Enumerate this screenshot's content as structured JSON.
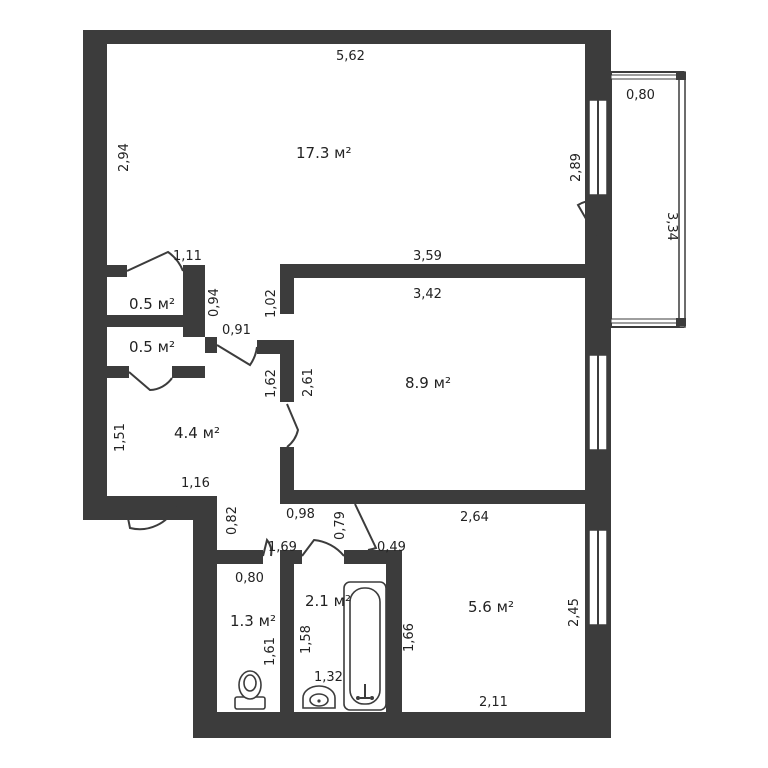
{
  "plan": {
    "rooms": [
      {
        "id": "living",
        "area": "17.3 м²"
      },
      {
        "id": "closet-1",
        "area": "0.5 м²"
      },
      {
        "id": "closet-2",
        "area": "0.5 м²"
      },
      {
        "id": "hall",
        "area": "4.4 м²"
      },
      {
        "id": "bedroom",
        "area": "8.9 м²"
      },
      {
        "id": "toilet",
        "area": "1.3 м²"
      },
      {
        "id": "bathroom",
        "area": "2.1 м²"
      },
      {
        "id": "kitchen",
        "area": "5.6 м²"
      }
    ],
    "dimensions": [
      "5,62",
      "2,94",
      "2,89",
      "0,80",
      "3,34",
      "1,11",
      "3,59",
      "3,42",
      "0,94",
      "1,02",
      "0,91",
      "1,62",
      "2,61",
      "1,51",
      "1,16",
      "0,82",
      "0,98",
      "0,79",
      "2,64",
      "0,49",
      "1,69",
      "0,80",
      "1,61",
      "1,58",
      "1,66",
      "1,32",
      "2,11",
      "2,45"
    ]
  },
  "colors": {
    "wall": "#3c3c3c",
    "background": "#ffffff"
  },
  "icons": [
    "toilet-icon",
    "sink-icon",
    "bathtub-icon"
  ]
}
